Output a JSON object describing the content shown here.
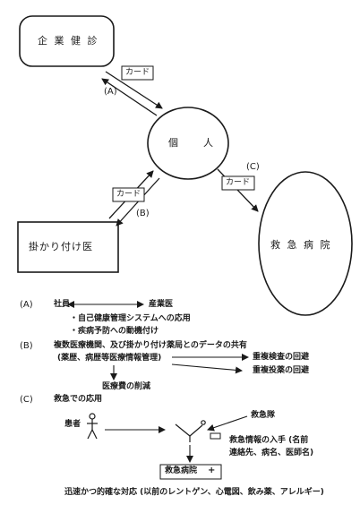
{
  "nodes": {
    "company": "企 業 健 診",
    "person": "個　　人",
    "doctor": "掛かり付け医",
    "hospital": "救 急 病 院"
  },
  "edges": {
    "a_label": "(A)",
    "a_card": "カード",
    "b_label": "(B)",
    "b_card": "カード",
    "c_label": "(C)",
    "c_card": "カード"
  },
  "legend": {
    "a": {
      "marker": "(A)",
      "left": "社員",
      "right": "産業医",
      "item1": "・自己健康管理システムへの応用",
      "item2": "・疾病予防への動機付け"
    },
    "b": {
      "marker": "(B)",
      "title": "複数医療機関、及び掛かり付け薬局とのデータの共有",
      "sub": "(薬歴、病歴等医療情報管理)",
      "out1": "重複検査の回避",
      "out2": "重複投薬の回避",
      "out3": "医療費の削減"
    },
    "c": {
      "marker": "(C)",
      "title": "救急での応用",
      "patient": "患者",
      "ambulance": "救急隊",
      "info_line1": "救急情報の入手 (名前",
      "info_line2": "連絡先、病名、医師名)",
      "hospital_box": "救急病院",
      "cross": "+",
      "footer": "迅速かつ的確な対応 (以前のレントゲン、心電図、飲み薬、アレルギー)"
    }
  }
}
